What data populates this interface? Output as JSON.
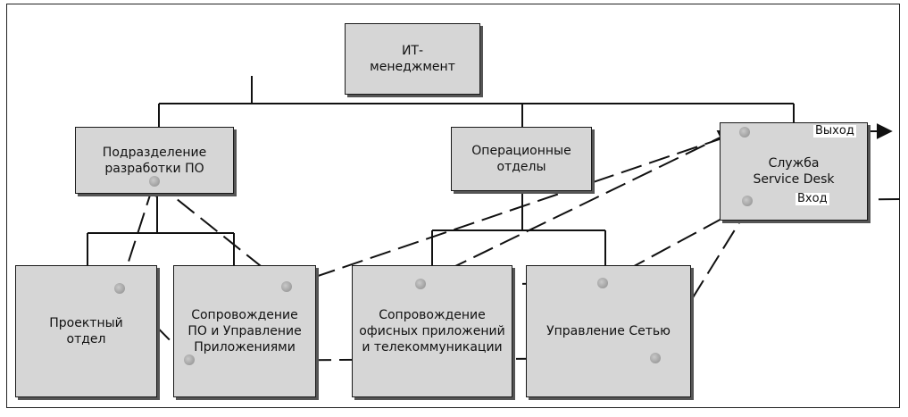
{
  "diagram": {
    "nodes": {
      "it_management": "ИТ-\nменеджмент",
      "dev_division": "Подразделение\nразработки ПО",
      "ops_departments": "Операционные\nотделы",
      "service_desk": "Служба\nService Desk",
      "project_dept": "Проектный\nотдел",
      "app_support": "Сопровождение\nПО и Управление\nПриложениями",
      "office_telecom": "Сопровождение\nофисных приложений\nи телекоммуникации",
      "network_mgmt": "Управление Сетью"
    },
    "arrows": {
      "output_label": "Выход",
      "input_label": "Вход"
    },
    "line_style": "solid hierarchy, dashed request flow"
  }
}
